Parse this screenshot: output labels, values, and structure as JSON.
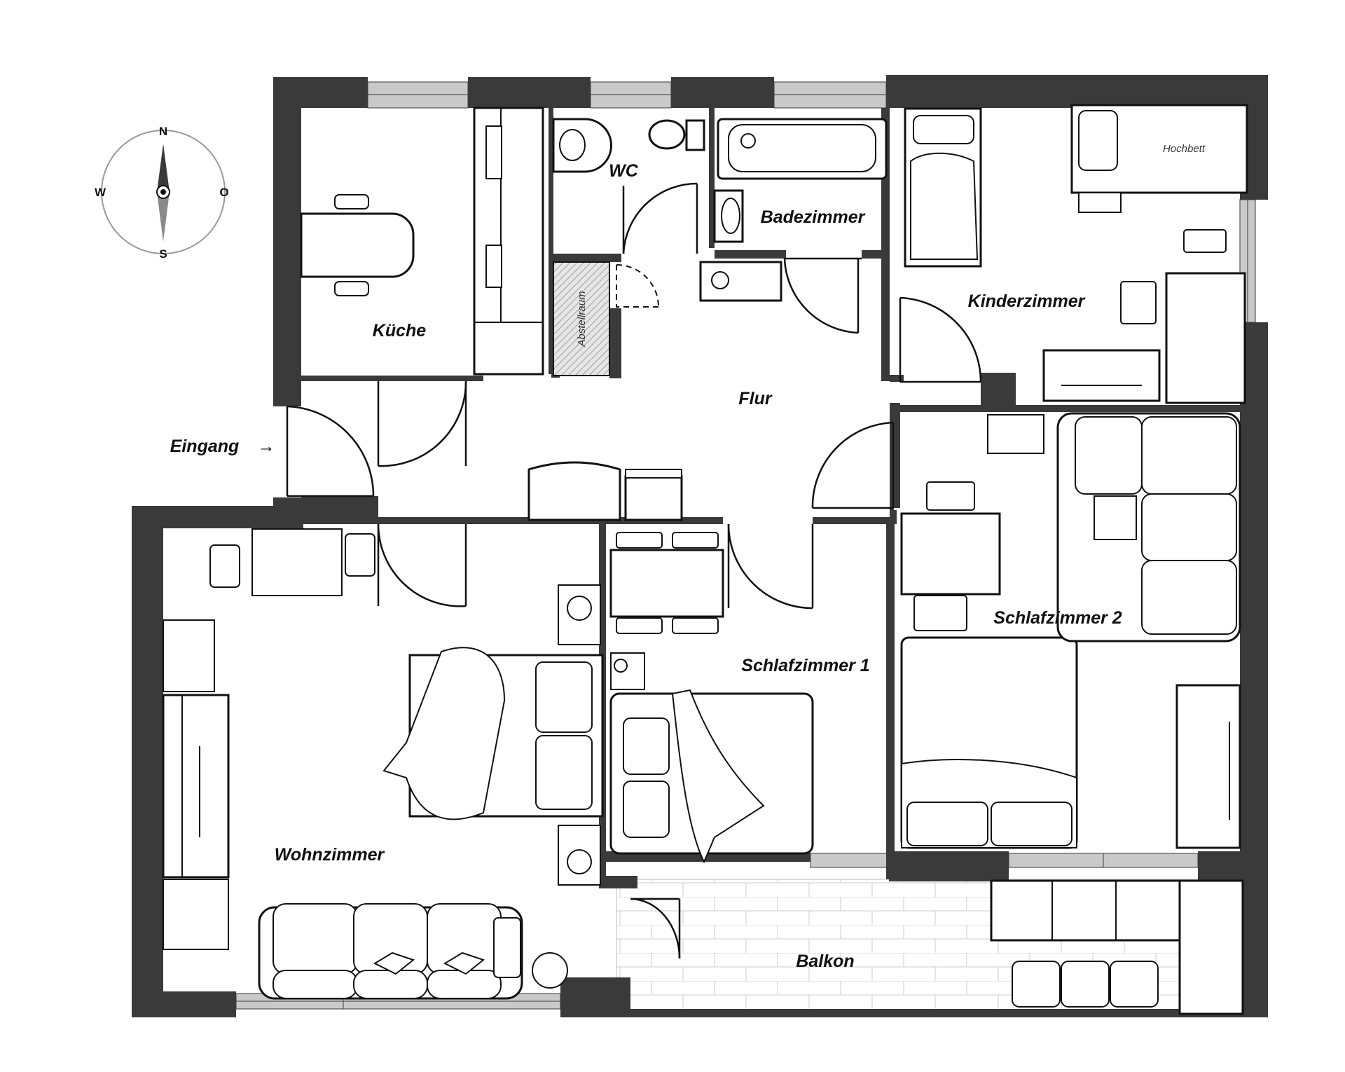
{
  "compass": {
    "north": "N",
    "east": "O",
    "south": "S",
    "west": "W"
  },
  "entrance": {
    "label": "Eingang",
    "arrow": "→"
  },
  "rooms": {
    "kueche": "Küche",
    "wc": "WC",
    "badezimmer": "Badezimmer",
    "abstellraum": "Abstellraum",
    "kinderzimmer": "Kinderzimmer",
    "hochbett": "Hochbett",
    "flur": "Flur",
    "wohnzimmer": "Wohnzimmer",
    "schlafzimmer1": "Schlafzimmer 1",
    "schlafzimmer2": "Schlafzimmer 2",
    "balkon": "Balkon"
  },
  "colors": {
    "wall": "#3a3a3a",
    "window": "#c9c9c9",
    "line": "#111111",
    "background": "#ffffff"
  }
}
